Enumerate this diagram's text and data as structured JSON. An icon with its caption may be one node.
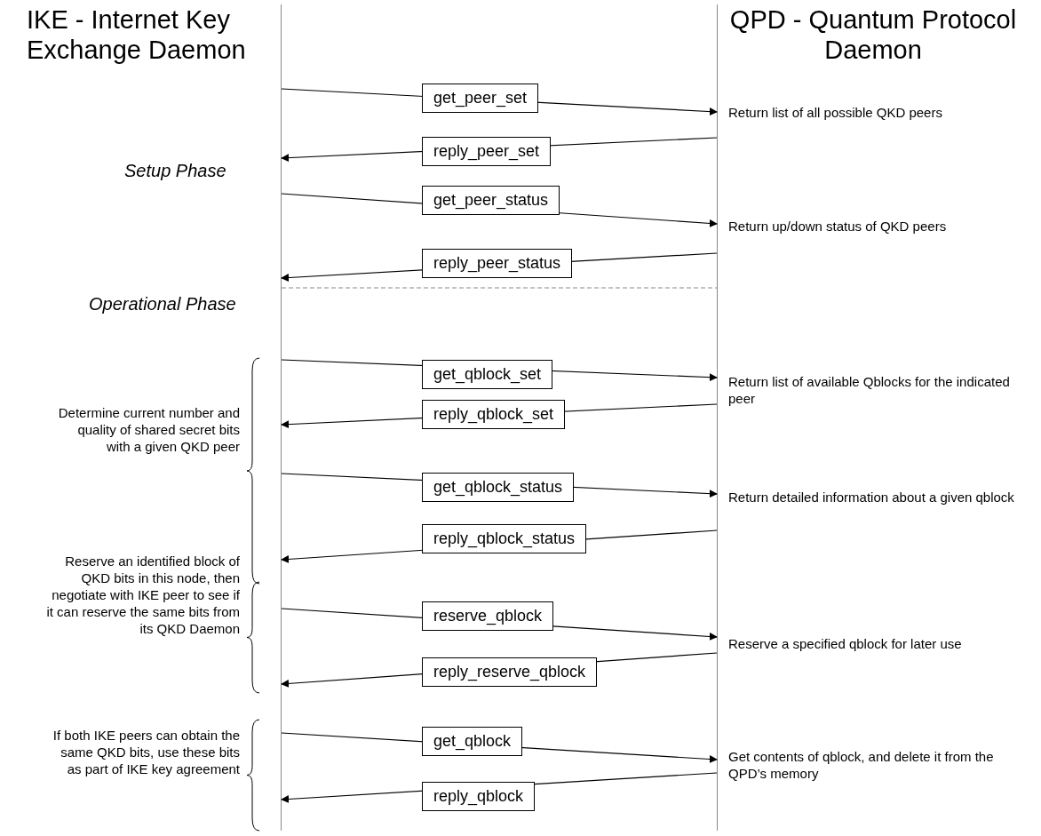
{
  "diagram": {
    "nodes": [
      {
        "text": [
          "IKE - Internet Key Exchange Daemon"
        ]
      },
      {
        "text": [
          "QPD - Quantum Protocol Daemon"
        ]
      }
    ],
    "edges": [
      {
        "from": 0,
        "to": 1,
        "label": "get_peer_set",
        "arrow": "to"
      },
      {
        "from": 1,
        "to": 0,
        "label": "reply_peer_set",
        "arrow": "to"
      },
      {
        "from": 0,
        "to": 1,
        "label": "get_peer_status",
        "arrow": "to"
      },
      {
        "from": 1,
        "to": 0,
        "label": "reply_peer_status",
        "arrow": "to"
      },
      {
        "from": 0,
        "to": 1,
        "label": "get_qblock_set",
        "arrow": "to"
      },
      {
        "from": 1,
        "to": 0,
        "label": "reply_qblock_set",
        "arrow": "to"
      },
      {
        "from": 0,
        "to": 1,
        "label": "get_qblock_status",
        "arrow": "to"
      },
      {
        "from": 1,
        "to": 0,
        "label": "reply_qblock_status",
        "arrow": "to"
      },
      {
        "from": 0,
        "to": 1,
        "label": "reserve_qblock",
        "arrow": "to"
      },
      {
        "from": 1,
        "to": 0,
        "label": "reply_reserve_qblock",
        "arrow": "to"
      },
      {
        "from": 0,
        "to": 1,
        "label": "get_qblock",
        "arrow": "to"
      },
      {
        "from": 1,
        "to": 0,
        "label": "reply_qblock",
        "arrow": "to"
      }
    ],
    "labels": [
      "Return list of all possible QKD peers",
      "Setup Phase",
      "Return up/down status of QKD peers",
      "Operational Phase",
      "Return list of available Qblocks for the indicated peer",
      "Determine current number and quality of shared secret bits with a given QKD peer",
      "Return detailed information about a given qblock",
      "Reserve an identified block of QKD bits in this node, then negotiate with IKE peer to see if it can reserve the same bits from its QKD Daemon",
      "Reserve a specified qblock for later use",
      "If both IKE peers can obtain the same QKD bits, use these bits as part of IKE key agreement",
      "Get contents of qblock, and delete it from the QPD’s memory"
    ]
  }
}
